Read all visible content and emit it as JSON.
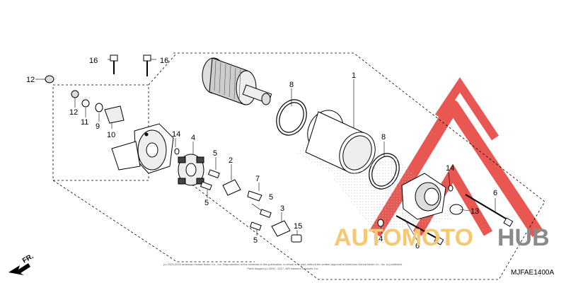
{
  "diagram": {
    "part_labels": {
      "l1": "1",
      "l2": "2",
      "l3": "3",
      "l4": "4",
      "l5a": "5",
      "l5b": "5",
      "l5c": "5",
      "l5d": "5",
      "l6a": "6",
      "l6b": "6",
      "l7": "7",
      "l8a": "8",
      "l8b": "8",
      "l9": "9",
      "l10": "10",
      "l11": "11",
      "l12a": "12",
      "l12b": "12",
      "l13": "13",
      "l14a": "14",
      "l14b": "14",
      "l14c": "14",
      "l15": "15",
      "l16a": "16",
      "l16b": "16"
    },
    "copyright": "(c) 2003-2015 American Honda Motor Co., Inc. Reproduction of the contents of this publication, in whole or in part, without the written approval of American Honda Motor Co., Inc. is prohibited.",
    "copyright_line2": "Parts Images (c) 2000 - 2017, ARI Network Services, Inc.",
    "diagram_code": "MJFAE1400A",
    "direction_label": "FR.",
    "watermark": {
      "text_auto": "AUTOMOTO",
      "text_hub": "HUB",
      "accent_color": "#e64540",
      "auto_color": "#f7c873",
      "hub_color": "#8a8a8a"
    }
  }
}
